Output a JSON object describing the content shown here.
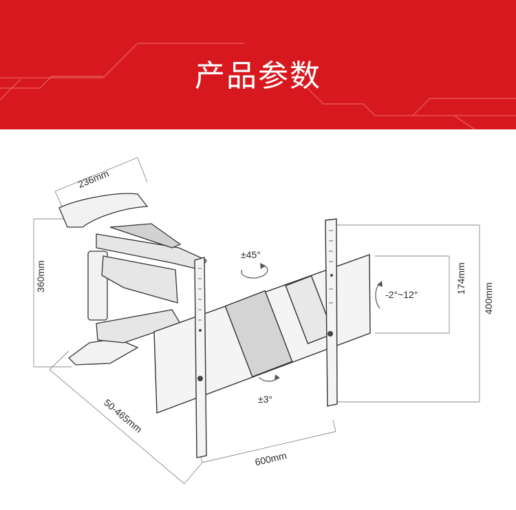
{
  "banner": {
    "title": "产品参数",
    "color": "#d7191f"
  },
  "dimensions": {
    "top_width": "236mm",
    "arm_height": "360mm",
    "extension": "50-465mm",
    "plate_width": "600mm",
    "plate_height": "400mm",
    "inner_height": "174mm"
  },
  "adjustments": {
    "swivel": "±45°",
    "tilt": "-2°~12°",
    "rotation": "±3°"
  }
}
